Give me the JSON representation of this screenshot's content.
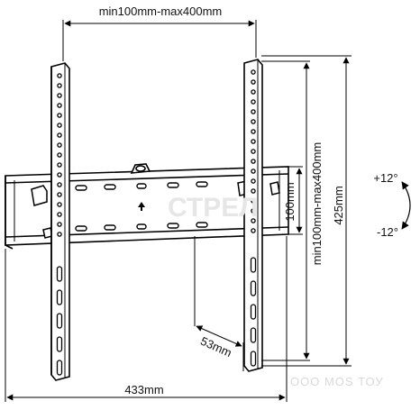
{
  "dimensions": {
    "top_width": "min100mm-max400mm",
    "vertical_range": "min100mm-max400mm",
    "height": "425mm",
    "bar_height": "100mm",
    "depth": "53mm",
    "bottom_width": "433mm"
  },
  "tilt": {
    "up": "+12°",
    "down": "-12°"
  },
  "watermarks": {
    "center": "СТРЕЛ",
    "corner": "ООО МОS ТОУ"
  }
}
